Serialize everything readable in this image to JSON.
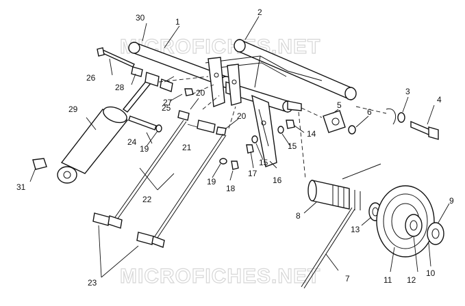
{
  "watermarks": {
    "top": "MICROFICHES.NET",
    "bottom": "MICROFICHES.NET"
  },
  "callouts": {
    "c1": "1",
    "c2": "2",
    "c3": "3",
    "c4": "4",
    "c5": "5",
    "c6": "6",
    "c7": "7",
    "c8": "8",
    "c9": "9",
    "c10": "10",
    "c11": "11",
    "c12": "12",
    "c13": "13",
    "c14": "14",
    "c15a": "15",
    "c15b": "15",
    "c16": "16",
    "c17": "17",
    "c18": "18",
    "c19a": "19",
    "c19b": "19",
    "c20a": "20",
    "c20b": "20",
    "c21": "21",
    "c22": "22",
    "c23": "23",
    "c24": "24",
    "c25": "25",
    "c26": "26",
    "c27": "27",
    "c28": "28",
    "c29": "29",
    "c30": "30",
    "c31": "31"
  }
}
